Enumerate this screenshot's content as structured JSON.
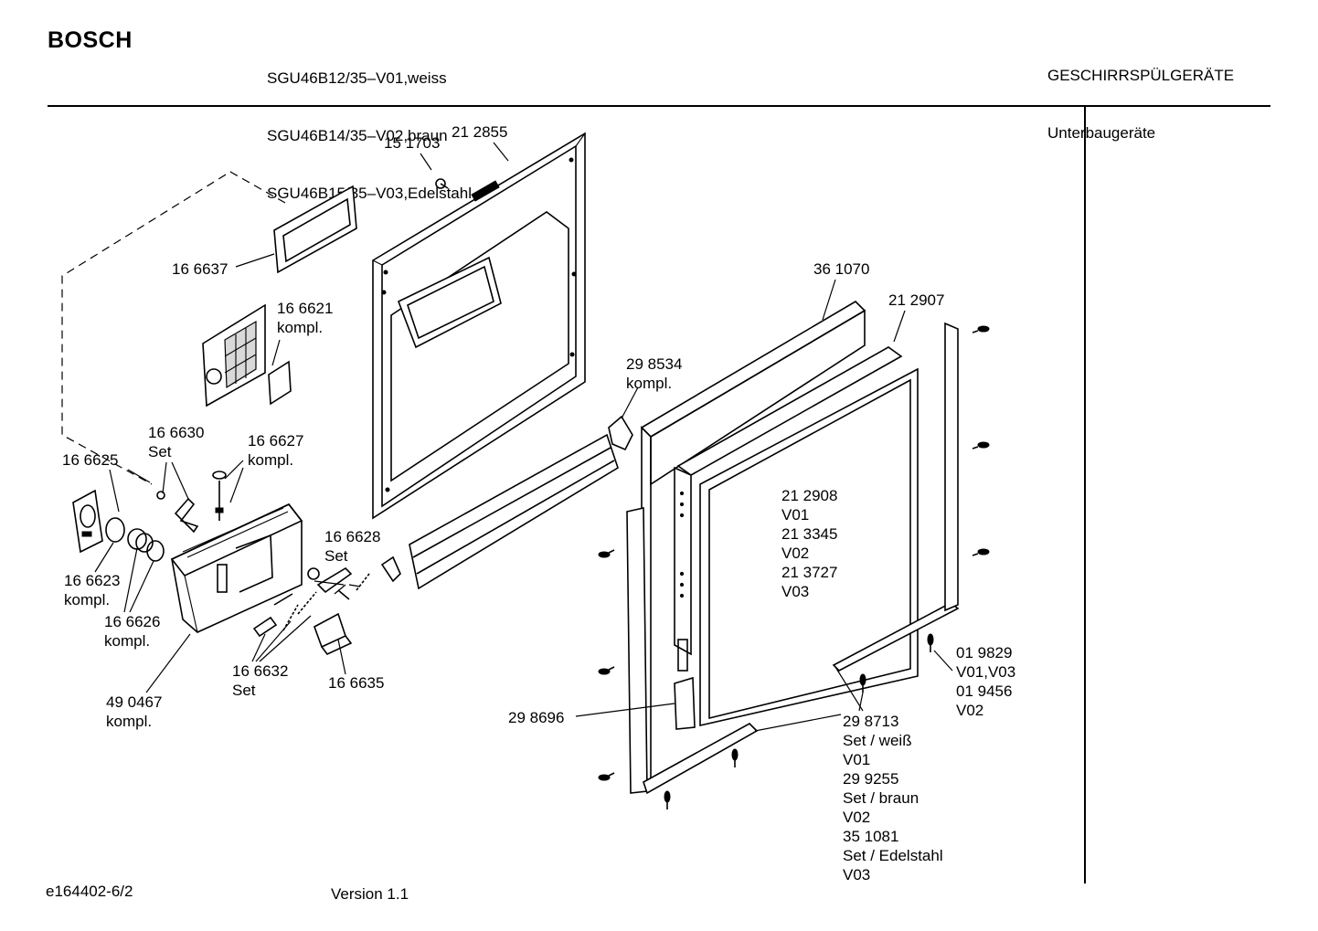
{
  "header": {
    "brand": "BOSCH",
    "models": [
      "SGU46B12/35–V01,weiss",
      "SGU46B14/35–V02,braun",
      "SGU46B15/35–V03,Edelstahl"
    ],
    "category": [
      "GESCHIRRSPÜLGERÄTE",
      "Unterbaugeräte"
    ]
  },
  "footer": {
    "drawing_id": "e164402-6/2",
    "version": "Version 1.1"
  },
  "callouts": [
    {
      "id": "c-151703",
      "text": "15 1703"
    },
    {
      "id": "c-212855",
      "text": "21 2855"
    },
    {
      "id": "c-166637",
      "text": "16 6637"
    },
    {
      "id": "c-166621",
      "text": "16 6621\nkompl."
    },
    {
      "id": "c-361070",
      "text": "36 1070"
    },
    {
      "id": "c-212907",
      "text": "21 2907"
    },
    {
      "id": "c-298534",
      "text": "29 8534\nkompl."
    },
    {
      "id": "c-166630",
      "text": "16 6630\nSet"
    },
    {
      "id": "c-166627",
      "text": "16 6627\nkompl."
    },
    {
      "id": "c-166625",
      "text": "16 6625"
    },
    {
      "id": "c-212908",
      "text": "21 2908\nV01\n21 3345\nV02\n21 3727\nV03"
    },
    {
      "id": "c-166628",
      "text": "16 6628\nSet"
    },
    {
      "id": "c-166623",
      "text": "16 6623\nkompl."
    },
    {
      "id": "c-166626",
      "text": "16 6626\nkompl."
    },
    {
      "id": "c-019829",
      "text": "01 9829\nV01,V03\n01 9456\nV02"
    },
    {
      "id": "c-166632",
      "text": "16 6632\nSet"
    },
    {
      "id": "c-166635",
      "text": "16 6635"
    },
    {
      "id": "c-490467",
      "text": "49 0467\nkompl."
    },
    {
      "id": "c-298696",
      "text": "29 8696"
    },
    {
      "id": "c-298713",
      "text": "29 8713\nSet / weiß\nV01\n29 9255\nSet / braun\nV02\n35 1081\nSet / Edelstahl\nV03"
    }
  ]
}
